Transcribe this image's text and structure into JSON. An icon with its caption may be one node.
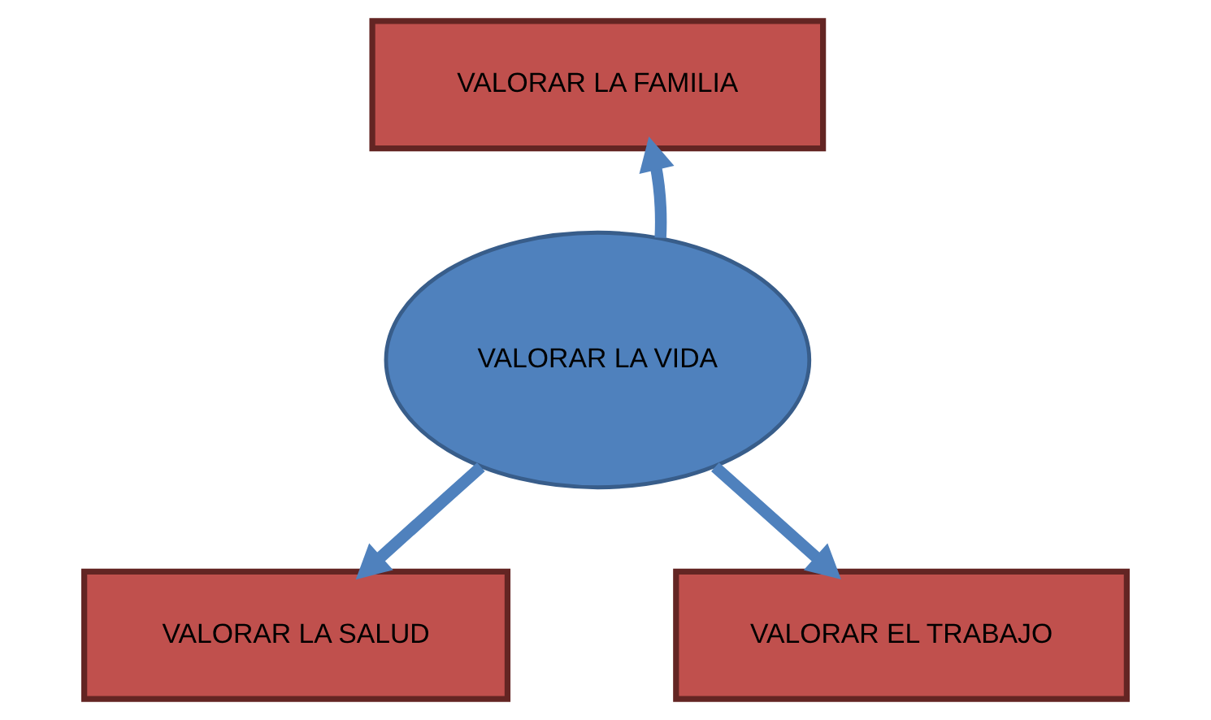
{
  "diagram": {
    "nodes": [
      {
        "text": [
          "VALORAR LA FAMILIA"
        ]
      },
      {
        "text": [
          "VALORAR LA VIDA"
        ]
      },
      {
        "text": [
          "VALORAR LA SALUD"
        ]
      },
      {
        "text": [
          "VALORAR EL TRABAJO"
        ]
      }
    ],
    "edges": [
      {
        "from": 1,
        "to": 0,
        "arrow": "to"
      },
      {
        "from": 1,
        "to": 3,
        "arrow": "to"
      },
      {
        "from": 1,
        "to": 2,
        "arrow": "to"
      }
    ]
  }
}
